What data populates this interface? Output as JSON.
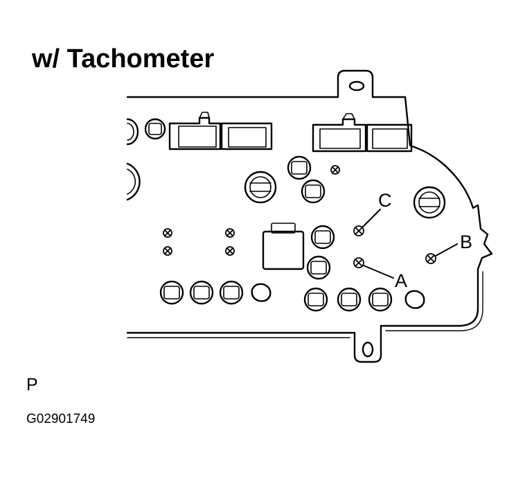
{
  "title": "w/ Tachometer",
  "corner_letter": "P",
  "figure_code": "G02901749",
  "callouts": {
    "a": "A",
    "b": "B",
    "c": "C"
  },
  "colors": {
    "line": "#000000",
    "background": "#ffffff"
  }
}
